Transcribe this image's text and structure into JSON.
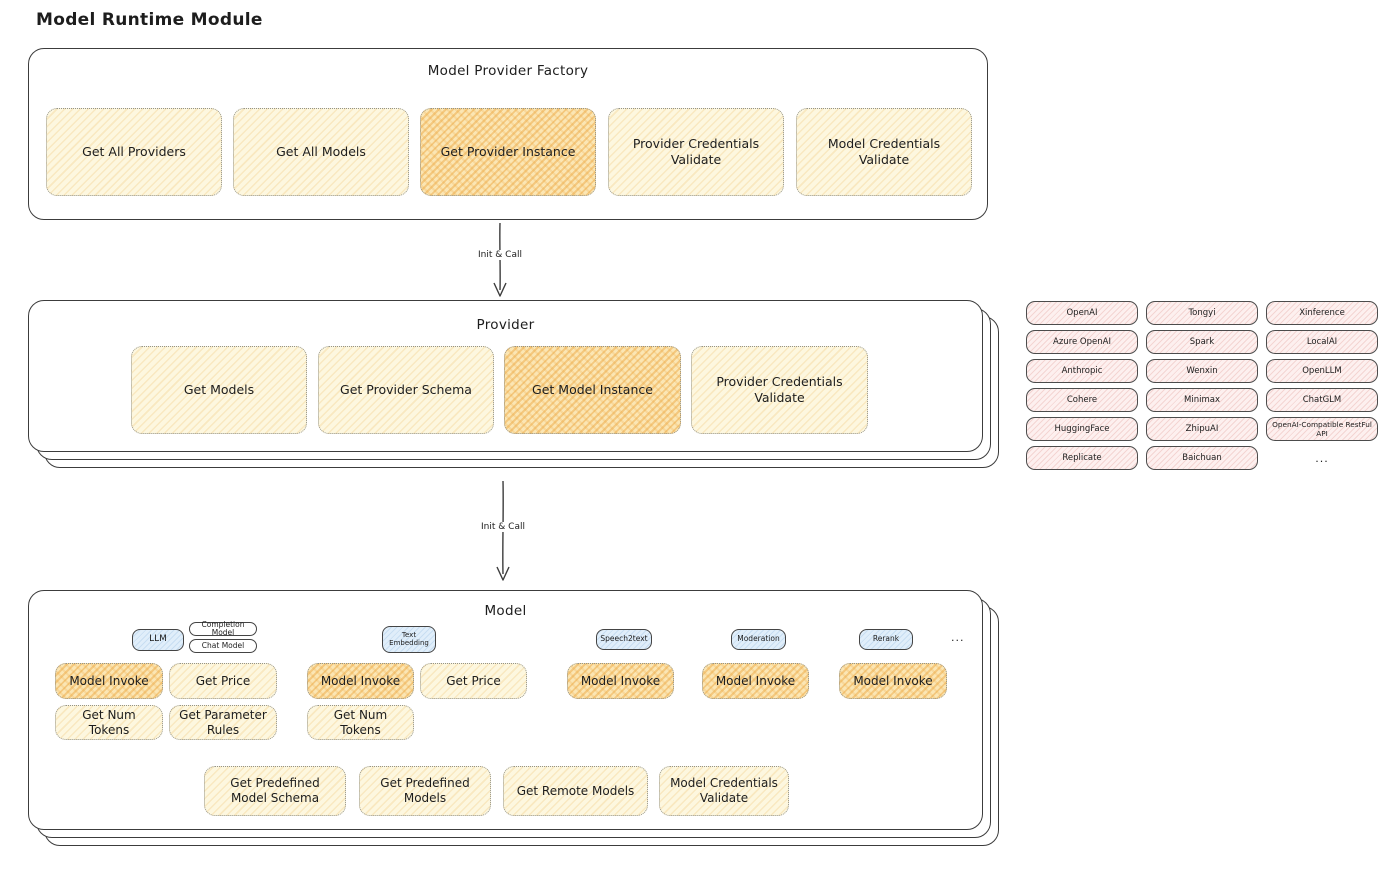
{
  "title": "Model Runtime Module",
  "arrows": {
    "label1": "Init & Call",
    "label2": "Init & Call"
  },
  "factory": {
    "title": "Model Provider Factory",
    "boxes": [
      {
        "label": "Get All Providers"
      },
      {
        "label": "Get All Models"
      },
      {
        "label": "Get Provider Instance"
      },
      {
        "label": "Provider Credentials Validate"
      },
      {
        "label": "Model Credentials Validate"
      }
    ]
  },
  "provider": {
    "title": "Provider",
    "boxes": [
      {
        "label": "Get Models"
      },
      {
        "label": "Get Provider Schema"
      },
      {
        "label": "Get Model Instance"
      },
      {
        "label": "Provider Credentials Validate"
      }
    ]
  },
  "providers_list": {
    "items": [
      "OpenAI",
      "Tongyi",
      "Xinference",
      "Azure OpenAI",
      "Spark",
      "LocalAI",
      "Anthropic",
      "Wenxin",
      "OpenLLM",
      "Cohere",
      "Minimax",
      "ChatGLM",
      "HuggingFace",
      "ZhipuAI",
      "OpenAI-Compatible RestFul API",
      "Replicate",
      "Baichuan"
    ],
    "more": "..."
  },
  "model": {
    "title": "Model",
    "badges": {
      "llm": "LLM",
      "completion_model": "Completion Model",
      "chat_model": "Chat Model",
      "text_embedding": "Text Embedding",
      "speech2text": "Speech2text",
      "moderation": "Moderation",
      "rerank": "Rerank",
      "more": "..."
    },
    "row1": [
      {
        "label": "Model Invoke"
      },
      {
        "label": "Get Price"
      },
      {
        "label": "Model Invoke"
      },
      {
        "label": "Get Price"
      },
      {
        "label": "Model Invoke"
      },
      {
        "label": "Model Invoke"
      },
      {
        "label": "Model Invoke"
      }
    ],
    "row2": [
      {
        "label": "Get Num Tokens"
      },
      {
        "label": "Get Parameter Rules"
      },
      {
        "label": "Get Num Tokens"
      }
    ],
    "row3": [
      {
        "label": "Get Predefined Model Schema"
      },
      {
        "label": "Get Predefined Models"
      },
      {
        "label": "Get Remote Models"
      },
      {
        "label": "Model Credentials Validate"
      }
    ]
  },
  "colors": {
    "highlight_fill": "#fbe6b4",
    "light_fill": "#fdf7df",
    "pink_fill": "#fdf0ef",
    "blue_fill": "#e0eefa",
    "stroke": "#3c3c3c"
  }
}
